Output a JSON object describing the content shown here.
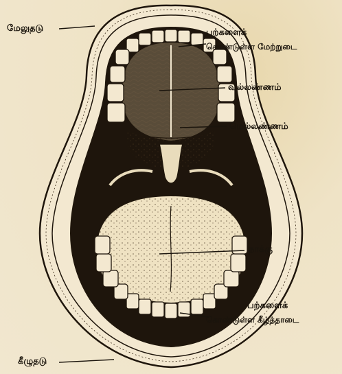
{
  "labels": {
    "upper_lip": "மேலுதடு",
    "teeth_upper_1": "பற்களைக்",
    "teeth_upper_2": "கொண்டுள்ள மேற்றுடை",
    "hard_palate": "வல்லண்ணம்",
    "soft_palate": "மெல்லண்ணம்",
    "tongue": "நாக்கு",
    "teeth_lower_1": "பற்களைக்",
    "teeth_lower_2": "கொண்டுள்ள கீழ்த்தாடை",
    "lower_lip": "கீழுதடு"
  }
}
